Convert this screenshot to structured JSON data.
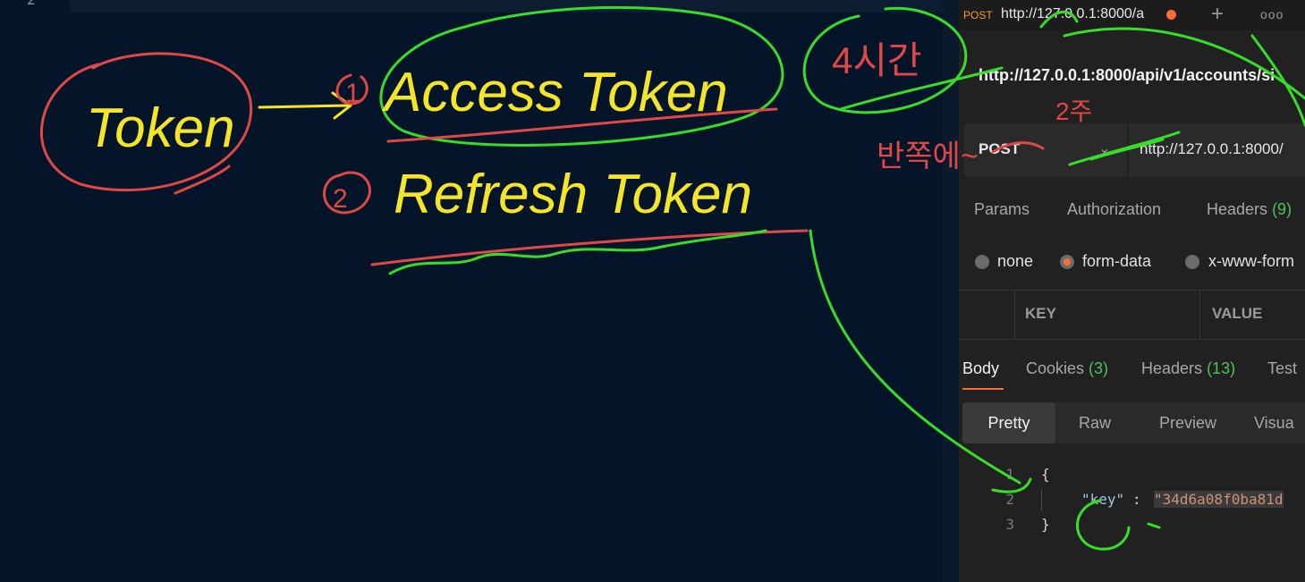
{
  "editor": {
    "line_number": "2"
  },
  "postman": {
    "tab": {
      "method": "POST",
      "url": "http://127.0.0.1:8000/a",
      "add_label": "+",
      "more_label": "ooo"
    },
    "request_title": "http://127.0.0.1:8000/api/v1/accounts/si",
    "url_bar": {
      "method": "POST",
      "chevron": "⌄",
      "url": "http://127.0.0.1:8000/"
    },
    "request_tabs": {
      "params": "Params",
      "authorization": "Authorization",
      "headers_label": "Headers",
      "headers_count": "(9)"
    },
    "body_types": {
      "none": "none",
      "form_data": "form-data",
      "urlencoded": "x-www-form"
    },
    "kv_headers": {
      "key": "KEY",
      "value": "VALUE"
    },
    "response_tabs": {
      "body": "Body",
      "cookies_label": "Cookies",
      "cookies_count": "(3)",
      "headers_label": "Headers",
      "headers_count": "(13)",
      "tests": "Test"
    },
    "view_modes": {
      "pretty": "Pretty",
      "raw": "Raw",
      "preview": "Preview",
      "visualize": "Visua"
    },
    "response_json": {
      "line1": "1",
      "line2": "2",
      "line3": "3",
      "open_brace": "{",
      "close_brace": "}",
      "key": "\"key\"",
      "colon": ":",
      "value": "\"34d6a08f0ba81d"
    }
  },
  "annotations": {
    "token": "Token",
    "access_number": "1",
    "access_token": "Access Token",
    "refresh_number": "2",
    "refresh_token": "Refresh Token",
    "korean_note_top": "4시간",
    "korean_note_mid": "반쪽에~",
    "korean_note_small": "2주"
  },
  "colors": {
    "background": "#06162a",
    "panel": "#212121",
    "ink_yellow": "#f5e52a",
    "ink_red": "#e04848",
    "ink_green": "#3adc2c",
    "postman_orange": "#ff6c37"
  }
}
